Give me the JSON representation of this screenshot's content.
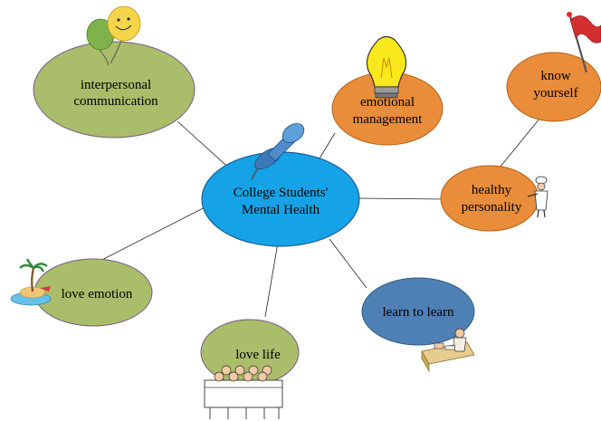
{
  "center": {
    "line1": "College Students'",
    "line2": "Mental Health"
  },
  "nodes": {
    "interpersonal": {
      "line1": "interpersonal",
      "line2": "communication"
    },
    "emotional": {
      "line1": "emotional",
      "line2": "management"
    },
    "know_yourself": {
      "line1": "know",
      "line2": "yourself"
    },
    "healthy": {
      "line1": "healthy",
      "line2": "personality"
    },
    "love_emotion": {
      "label": "love emotion"
    },
    "love_life": {
      "label": "love life"
    },
    "learn": {
      "label": "learn to learn"
    }
  },
  "colors": {
    "center_fill": "#16a2e6",
    "center_stroke": "#1d5f99",
    "green_fill": "#a9bd6a",
    "green_stroke": "#7a5a8a",
    "orange_fill": "#ea8d3b",
    "orange_stroke": "#b85d17",
    "blue_fill": "#4f80b5",
    "blue_stroke": "#2e5a86"
  },
  "icons": [
    "balloon-icon",
    "lightbulb-icon",
    "flag-icon",
    "pushpin-icon",
    "chef-icon",
    "island-icon",
    "audience-icon",
    "student-desk-icon"
  ]
}
